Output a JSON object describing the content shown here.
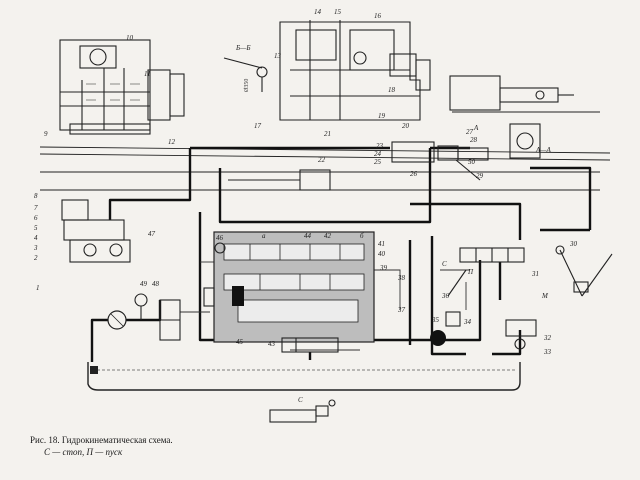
{
  "caption": {
    "line1": "Рис. 18. Гидрокинематическая схема.",
    "line2": "С — стоп, П — пуск"
  },
  "section_labels": {
    "b_b": "Б—Б",
    "a_a": "А—А",
    "a_arrow": "А"
  },
  "dimension": "Ø350",
  "letters": {
    "c_upper": "С",
    "p_upper": "П",
    "m": "М",
    "c_lower": "С",
    "a_label": "а",
    "b_label": "б"
  },
  "callouts": [
    "1",
    "2",
    "3",
    "4",
    "5",
    "6",
    "7",
    "8",
    "9",
    "10",
    "11",
    "12",
    "13",
    "14",
    "15",
    "16",
    "17",
    "18",
    "19",
    "20",
    "21",
    "22",
    "23",
    "24",
    "25",
    "26",
    "27",
    "28",
    "29",
    "30",
    "31",
    "32",
    "33",
    "34",
    "35",
    "36",
    "37",
    "38",
    "39",
    "40",
    "41",
    "42",
    "43",
    "44",
    "45",
    "46",
    "47",
    "48",
    "49",
    "50"
  ]
}
